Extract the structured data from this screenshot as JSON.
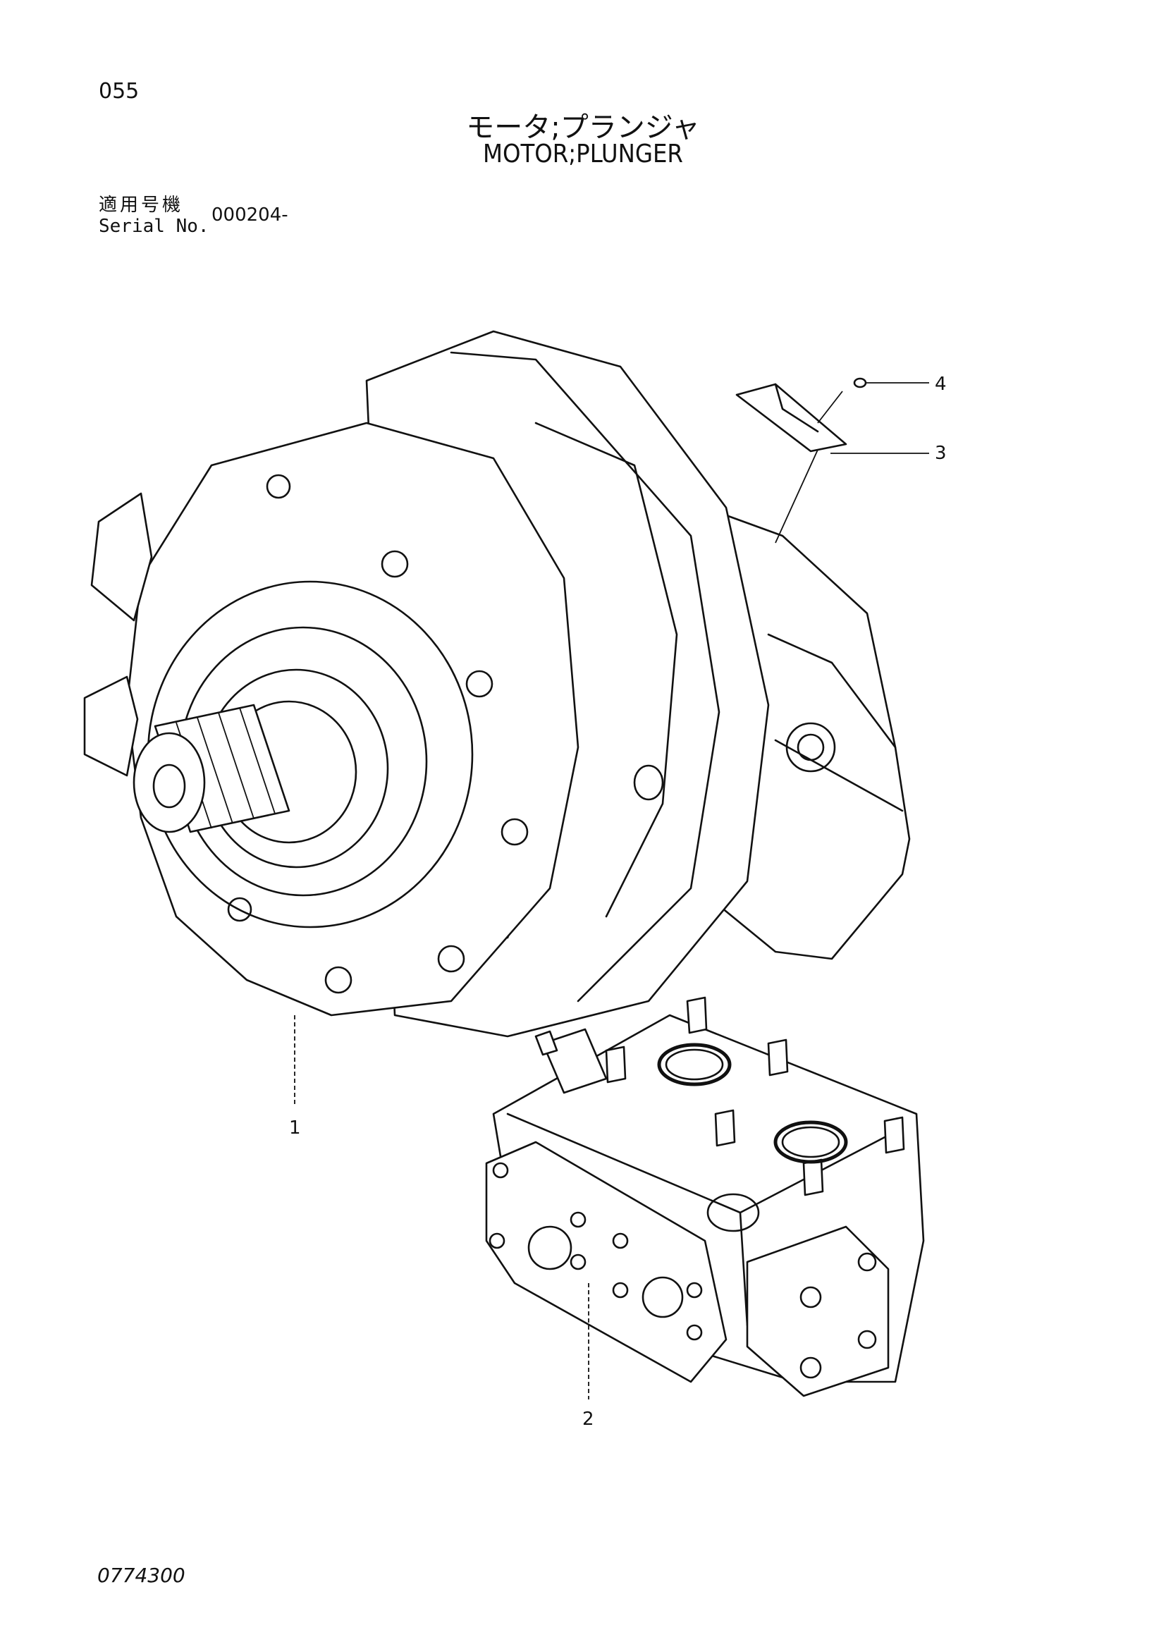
{
  "page": {
    "page_number": "055",
    "title_jp": "モータ;プランジャ",
    "title_en": "MOTOR;PLUNGER",
    "serial_label_jp": "適用号機",
    "serial_label_en": "Serial No.",
    "serial_value": "000204-",
    "document_code": "0774300"
  },
  "callouts": [
    {
      "id": "1",
      "label": "1"
    },
    {
      "id": "2",
      "label": "2"
    },
    {
      "id": "3",
      "label": "3"
    },
    {
      "id": "4",
      "label": "4"
    }
  ]
}
